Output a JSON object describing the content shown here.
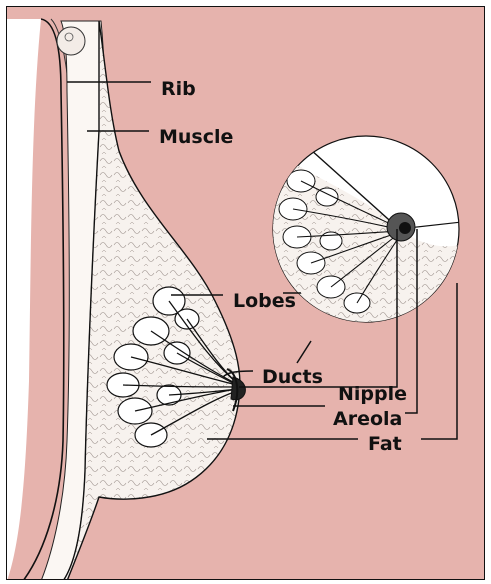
{
  "labels": {
    "rib": "Rib",
    "muscle": "Muscle",
    "lobes": "Lobes",
    "ducts": "Ducts",
    "nipple": "Nipple",
    "areola": "Areola",
    "fat": "Fat"
  },
  "colors": {
    "background": "#e6b3ad",
    "tissue": "#f7f2ee",
    "ink": "#111111",
    "frame": "#ffffff"
  }
}
